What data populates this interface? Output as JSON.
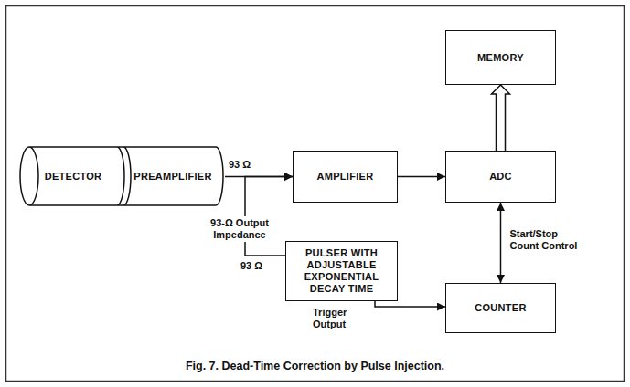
{
  "diagram": {
    "caption": "Fig. 7. Dead-Time Correction by Pulse Injection.",
    "nodes": [
      {
        "text": [
          "DETECTOR"
        ]
      },
      {
        "text": [
          "PREAMPLIFIER"
        ]
      },
      {
        "text": [
          "AMPLIFIER"
        ]
      },
      {
        "text": [
          "ADC"
        ]
      },
      {
        "text": [
          "MEMORY"
        ]
      },
      {
        "text": [
          "PULSER WITH ADJUSTABLE EXPONENTIAL DECAY TIME"
        ]
      },
      {
        "text": [
          "COUNTER"
        ]
      }
    ],
    "edges": [
      {
        "from": 1,
        "to": 2,
        "arrow": "to"
      },
      {
        "from": 5,
        "to": 2,
        "arrow": "to"
      },
      {
        "from": 2,
        "to": 3,
        "arrow": "to"
      },
      {
        "from": 3,
        "to": 4,
        "arrow": "to"
      },
      {
        "from": 3,
        "to": 6,
        "label": "Start/Stop Count Control",
        "arrow": "both"
      },
      {
        "from": 5,
        "to": 6,
        "label": "Trigger Output",
        "arrow": "to"
      }
    ],
    "labels": [
      "93 Ω",
      "93-Ω Output Impedance",
      "93 Ω"
    ]
  }
}
